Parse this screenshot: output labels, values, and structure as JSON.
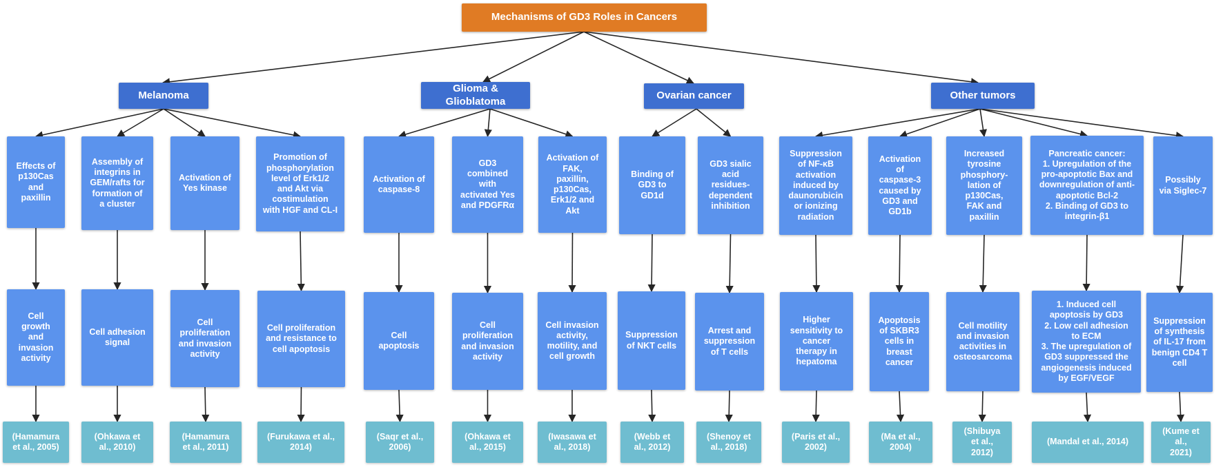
{
  "title": "Mechanisms of GD3 Roles in Cancers",
  "categories": [
    {
      "label": "Melanoma",
      "branches": [
        {
          "mechanism": "Effects of\np130Cas\nand\npaxillin",
          "outcome": "Cell\ngrowth\nand\ninvasion\nactivity",
          "reference": "(Hamamura\net al., 2005)"
        },
        {
          "mechanism": "Assembly of\nintegrins in\nGEM/rafts for\nformation of\na cluster",
          "outcome": "Cell adhesion\nsignal",
          "reference": "(Ohkawa et\nal., 2010)"
        },
        {
          "mechanism": "Activation of\nYes kinase",
          "outcome": "Cell\nproliferation\nand invasion\nactivity",
          "reference": "(Hamamura\net al., 2011)"
        },
        {
          "mechanism": "Promotion of\nphosphorylation\nlevel of Erk1/2\nand Akt via\ncostimulation\nwith HGF and CL-I",
          "outcome": "Cell proliferation\nand resistance to\ncell apoptosis",
          "reference": "(Furukawa et al.,\n2014)"
        }
      ]
    },
    {
      "label": "Glioma & Glioblatoma",
      "branches": [
        {
          "mechanism": "Activation of\ncaspase-8",
          "outcome": "Cell\napoptosis",
          "reference": "(Saqr et al.,\n2006)"
        },
        {
          "mechanism": "GD3\ncombined\nwith\nactivated Yes\nand PDGFRα",
          "outcome": "Cell\nproliferation\nand invasion\nactivity",
          "reference": "(Ohkawa et\nal., 2015)"
        },
        {
          "mechanism": "Activation of\nFAK,\npaxillin,\np130Cas,\nErk1/2 and\nAkt",
          "outcome": "Cell invasion\nactivity,\nmotility, and\ncell growth",
          "reference": "(Iwasawa et\nal., 2018)"
        }
      ]
    },
    {
      "label": "Ovarian cancer",
      "branches": [
        {
          "mechanism": "Binding of\nGD3 to\nGD1d",
          "outcome": "Suppression\nof NKT cells",
          "reference": "(Webb et\nal., 2012)"
        },
        {
          "mechanism": "GD3 sialic\nacid\nresidues-\ndependent\ninhibition",
          "outcome": "Arrest and\nsuppression\nof T cells",
          "reference": "(Shenoy et\nal., 2018)"
        }
      ]
    },
    {
      "label": "Other tumors",
      "branches": [
        {
          "mechanism": "Suppression\nof NF-κB\nactivation\ninduced by\ndaunorubicin\nor ionizing\nradiation",
          "outcome": "Higher\nsensitivity to\ncancer\ntherapy  in\nhepatoma",
          "reference": "(Paris et al.,\n2002)"
        },
        {
          "mechanism": "Activation\nof\ncaspase-3\ncaused by\nGD3 and\nGD1b",
          "outcome": "Apoptosis\nof SKBR3\ncells in\nbreast\ncancer",
          "reference": "(Ma et al.,\n2004)"
        },
        {
          "mechanism": "Increased\ntyrosine\nphosphory-\nlation of\np130Cas,\nFAK and\npaxillin",
          "outcome": "Cell motility\nand invasion\nactivities in\nosteosarcoma",
          "reference": "(Shibuya\net al.,\n2012)"
        },
        {
          "mechanism": "Pancreatic cancer:\n1. Upregulation of the\npro-apoptotic Bax and\ndownregulation of anti-\napoptotic Bcl-2\n2. Binding of GD3 to\nintegrin-β1",
          "outcome": "1. Induced cell\napoptosis by GD3\n2. Low cell adhesion\nto ECM\n3. The upregulation of\nGD3 suppressed the\nangiogenesis induced\nby EGF/VEGF",
          "reference": "(Mandal et al., 2014)"
        },
        {
          "mechanism": "Possibly\nvia Siglec-7",
          "outcome": "Suppression\nof synthesis\nof IL-17 from\nbenign CD4 T\ncell",
          "reference": "(Kume et al.,\n2021)"
        }
      ]
    }
  ],
  "colors": {
    "root": "#e07b24",
    "category": "#3e6fd0",
    "mechanism": "#5b93ed",
    "outcome": "#5b93ed",
    "reference": "#6fbdd0",
    "edge": "#262626"
  }
}
